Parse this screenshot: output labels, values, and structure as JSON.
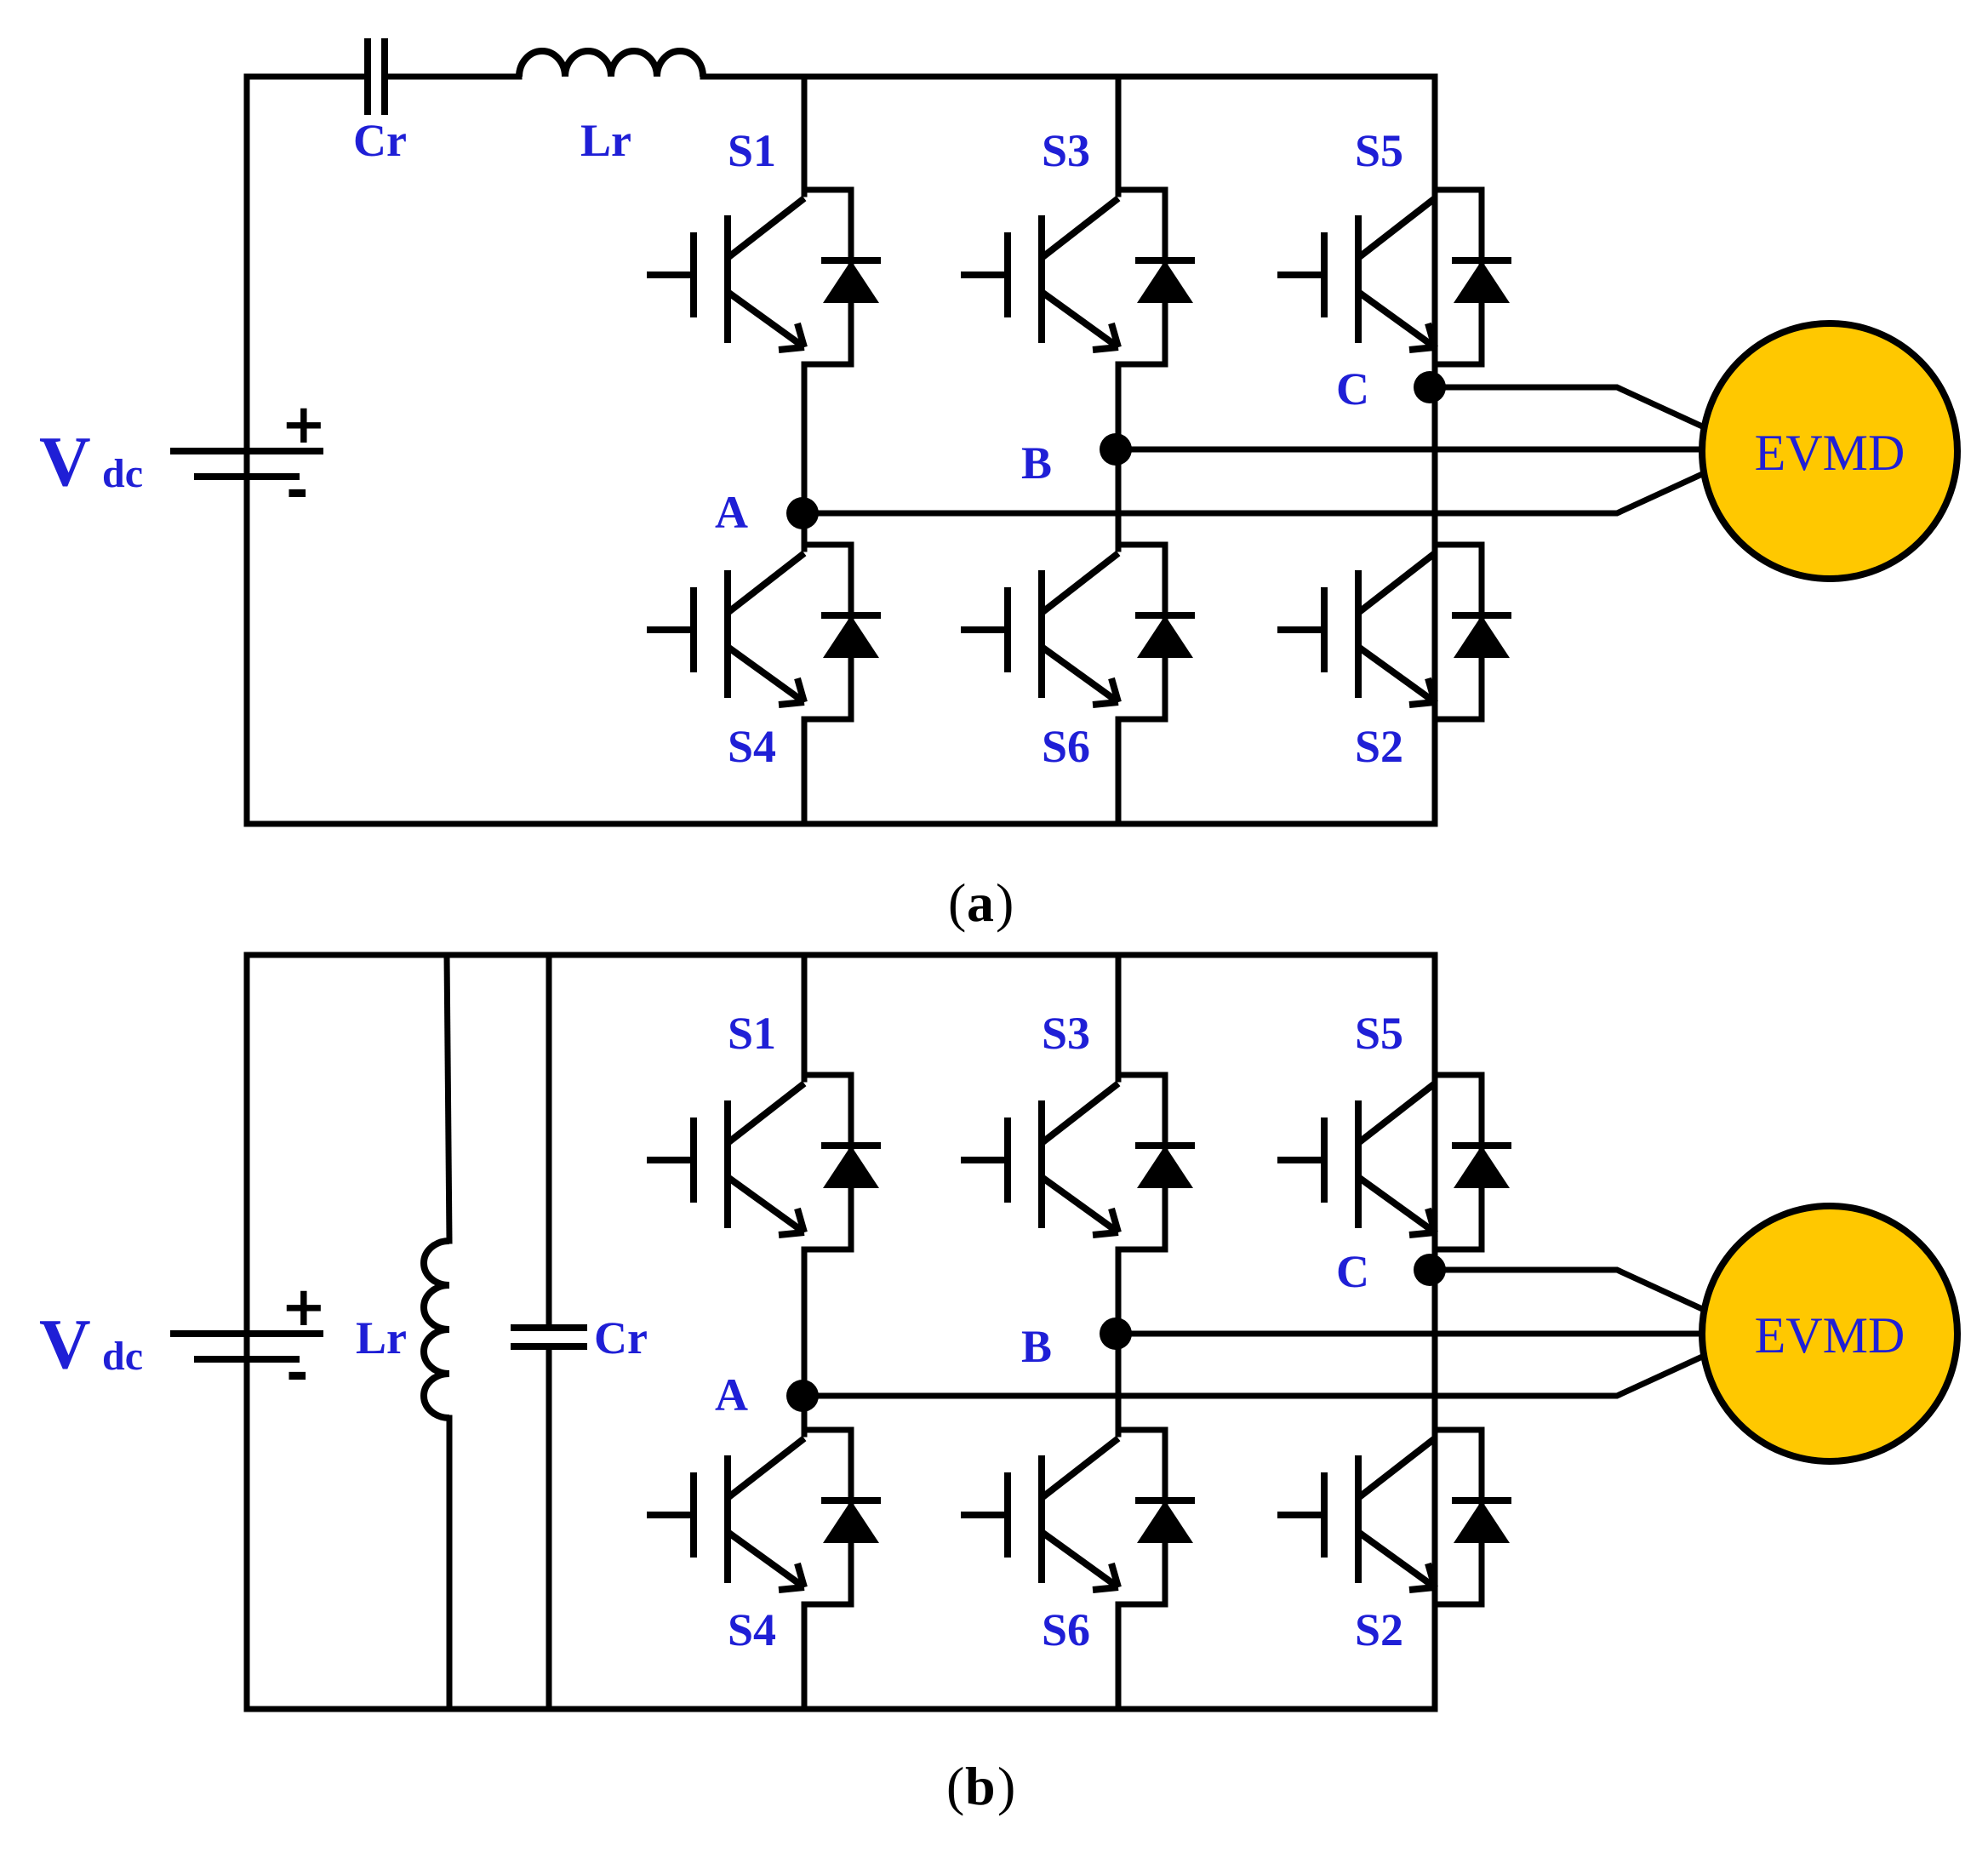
{
  "colors": {
    "label": "#1f1fd6",
    "motor_fill": "#ffc800",
    "wire": "#000000"
  },
  "labels": {
    "vdc_main": "V",
    "vdc_sub": "dc",
    "plus": "+",
    "minus": "-",
    "cr": "Cr",
    "lr": "Lr",
    "s1": "S1",
    "s2": "S2",
    "s3": "S3",
    "s4": "S4",
    "s5": "S5",
    "s6": "S6",
    "node_a": "A",
    "node_b": "B",
    "node_c": "C",
    "motor": "EVMD"
  },
  "captions": {
    "a": {
      "open": "(",
      "letter": "a",
      "close": ")"
    },
    "b": {
      "open": "(",
      "letter": "b",
      "close": ")"
    }
  }
}
